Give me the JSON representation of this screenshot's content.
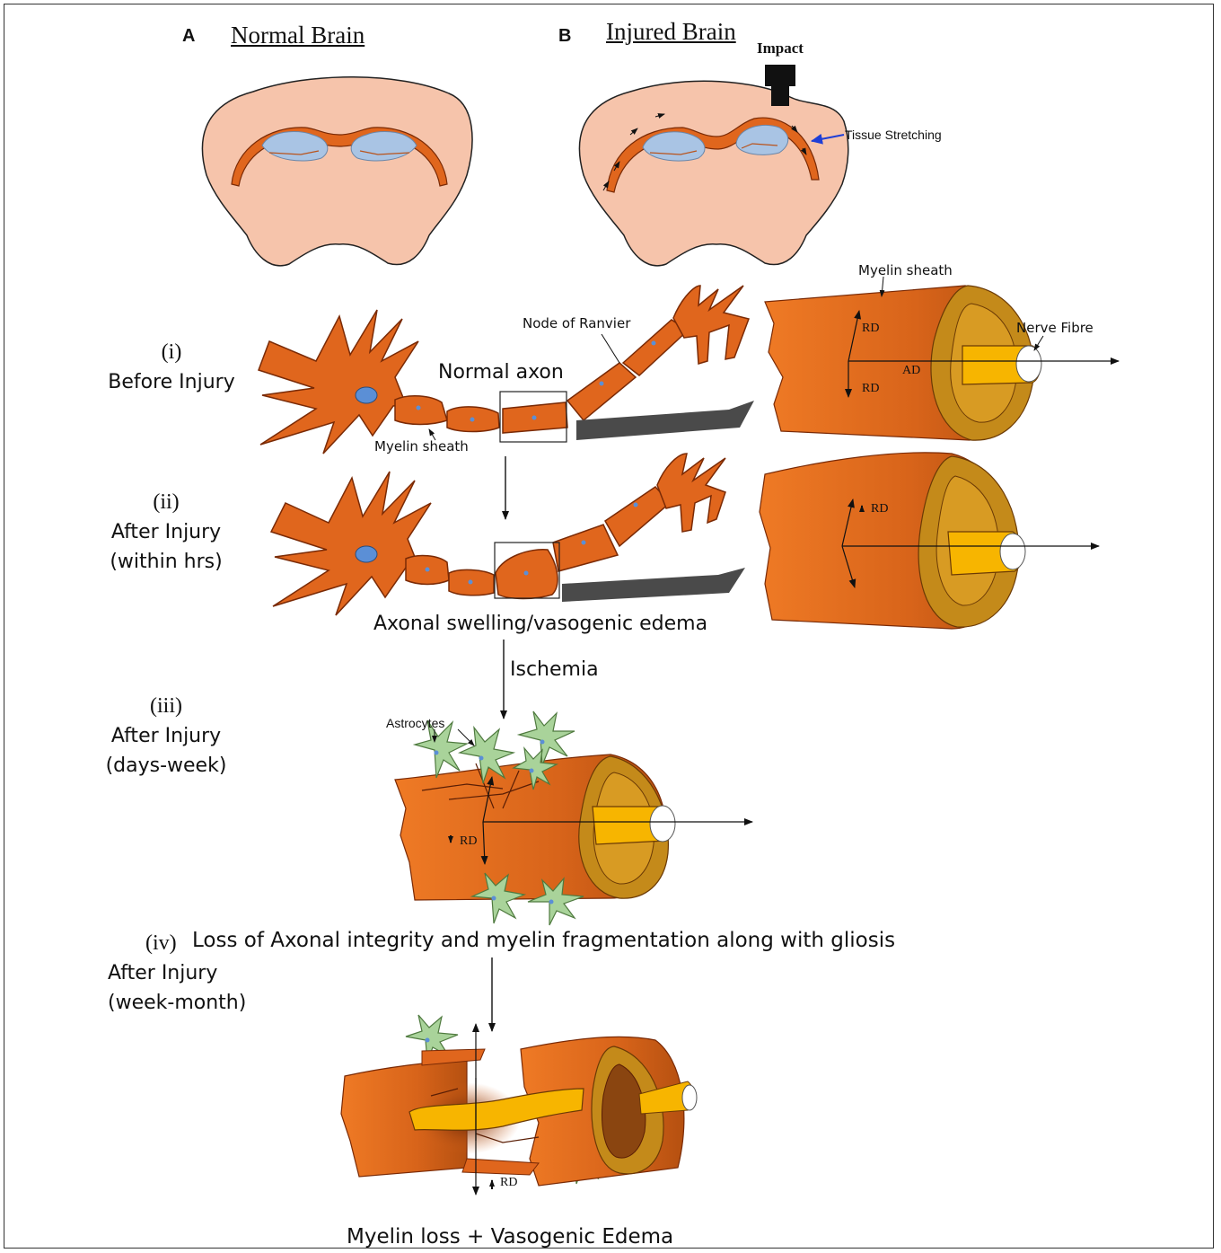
{
  "panels": {
    "a": {
      "letter": "A",
      "title": "Normal Brain"
    },
    "b": {
      "letter": "B",
      "title": "Injured Brain",
      "impact": "Impact",
      "stretch": "Tissue Stretching"
    }
  },
  "stages": [
    {
      "num": "(i)",
      "line1": "Before Injury",
      "line2": ""
    },
    {
      "num": "(ii)",
      "line1": "After Injury",
      "line2": "(within hrs)"
    },
    {
      "num": "(iii)",
      "line1": "After Injury",
      "line2": "(days-week)"
    },
    {
      "num": "(iv)",
      "line1": "After Injury",
      "line2": "(week-month)"
    }
  ],
  "labels": {
    "node_of_ranvier": "Node of Ranvier",
    "normal_axon": "Normal axon",
    "myelin_sheath_neuron": "Myelin sheath",
    "myelin_sheath_cyl": "Myelin sheath",
    "nerve_fibre": "Nerve Fibre",
    "rd": "RD",
    "ad": "AD",
    "astrocytes": "Astrocytes",
    "swelling": "Axonal swelling/vasogenic edema",
    "ischemia": "Ischemia",
    "loss": "Loss of Axonal integrity and myelin fragmentation along with gliosis",
    "myelin_loss": "Myelin loss + Vasogenic Edema"
  },
  "colors": {
    "brain": "#f6c4ab",
    "myelin": "#e0661d",
    "ventricle": "#a9c4e4",
    "fibre": "#f7b500",
    "astrocyte": "#a9d39a",
    "nucleus": "#5b8fd6"
  }
}
